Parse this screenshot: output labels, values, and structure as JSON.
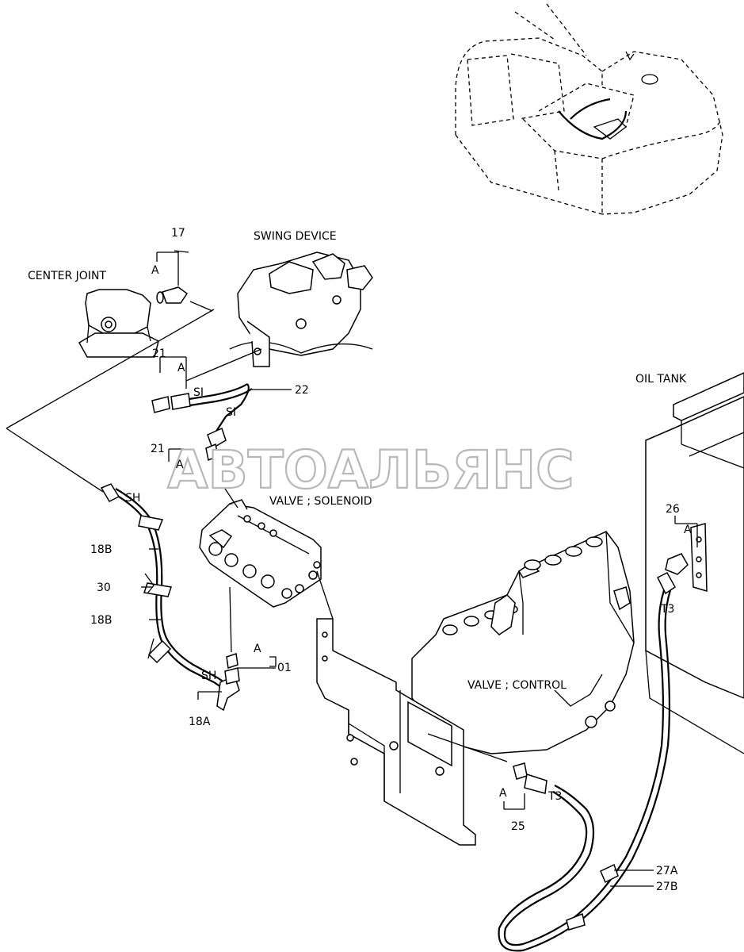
{
  "labels": {
    "center_joint": "CENTER JOINT",
    "swing_device": "SWING DEVICE",
    "oil_tank": "OIL TANK",
    "valve_solenoid": "VALVE ; SOLENOID",
    "valve_control": "VALVE ; CONTROL"
  },
  "watermark": "АВТОАЛЬЯНС",
  "callouts": {
    "p17": "17",
    "p21a": "21",
    "p21b": "21",
    "p22": "22",
    "p18b_1": "18B",
    "p30": "30",
    "p18b_2": "18B",
    "p18a": "18A",
    "p01": "01",
    "p26": "26",
    "p25": "25",
    "p27a": "27A",
    "p27b": "27B"
  },
  "marks": {
    "a": "A",
    "sh": "SH",
    "si": "SI",
    "t3": "T3"
  }
}
